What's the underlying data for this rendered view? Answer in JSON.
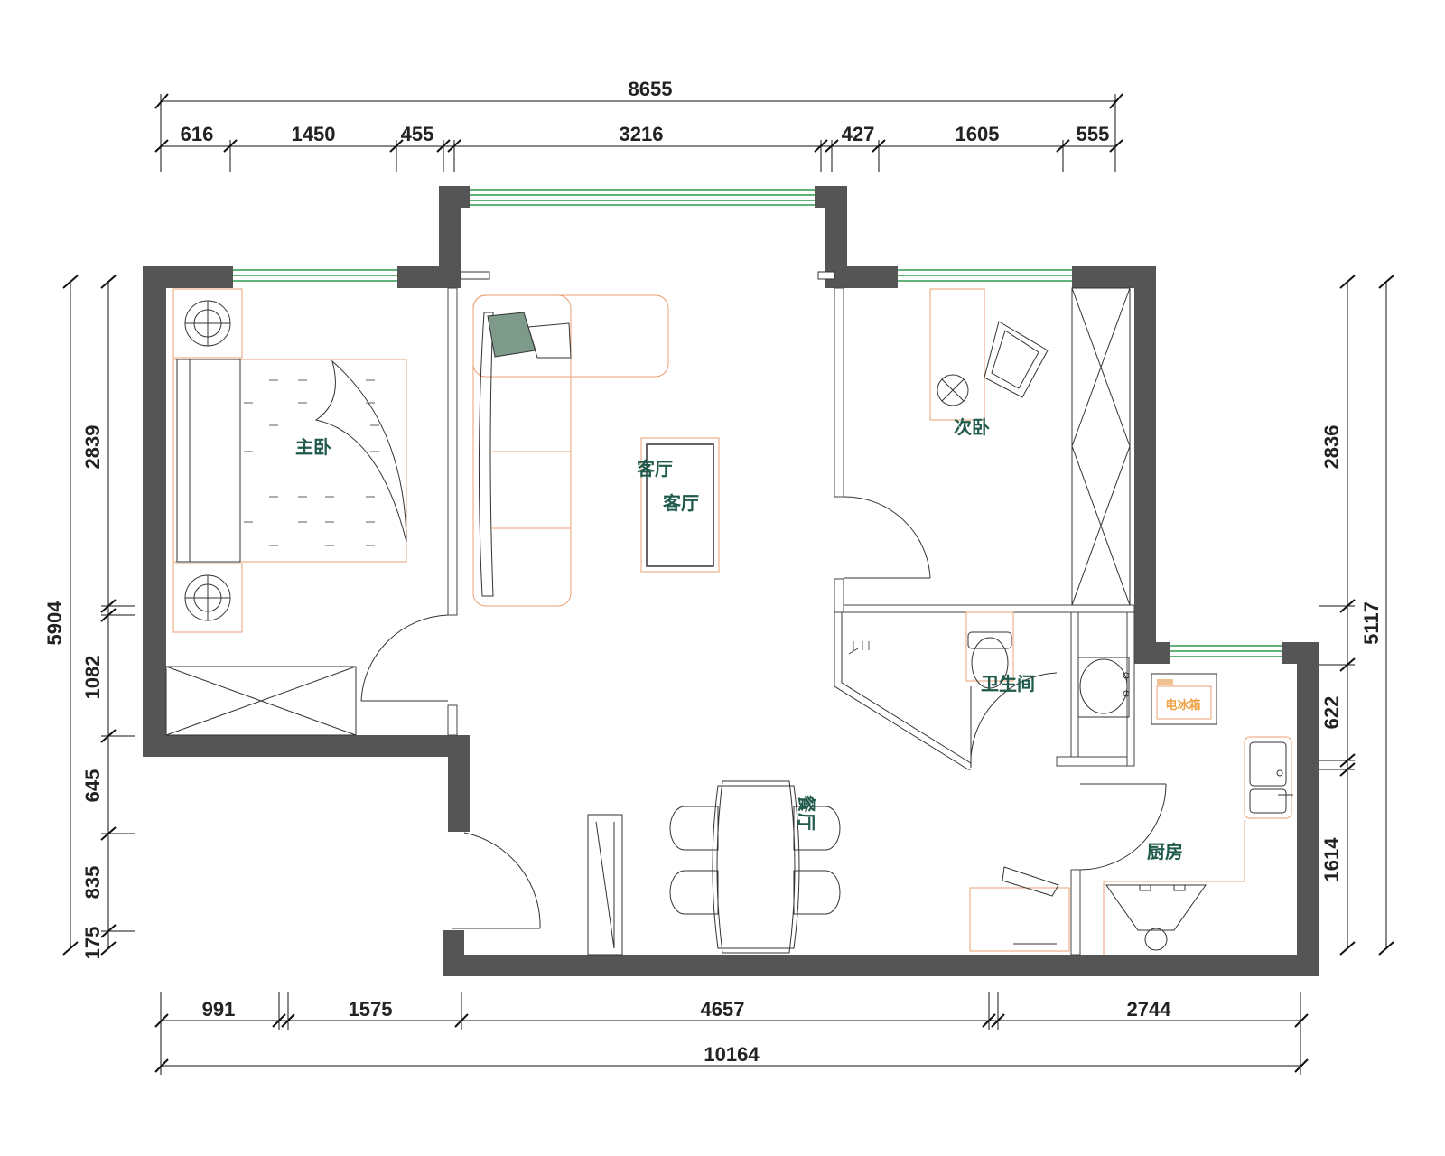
{
  "dimensions": {
    "top_total": "8655",
    "top_segments": [
      "616",
      "1450",
      "455",
      "3216",
      "427",
      "1605",
      "555"
    ],
    "bottom_total": "10164",
    "bottom_segments": [
      "991",
      "1575",
      "4657",
      "2744"
    ],
    "left_total": "5904",
    "left_segments": [
      "2839",
      "1082",
      "645",
      "835",
      "175"
    ],
    "right_total": "5117",
    "right_segments": [
      "2836",
      "622",
      "1614"
    ]
  },
  "rooms": {
    "master_bedroom": "主卧",
    "living_room_a": "客厅",
    "living_room_b": "客厅",
    "second_bedroom": "次卧",
    "bathroom": "卫生间",
    "dining_room": "餐厅",
    "kitchen": "厨房",
    "fridge": "电冰箱"
  },
  "colors": {
    "wall": "#555555",
    "window": "#2f9a4f",
    "furniture": "#e8a070",
    "room_label": "#1f5a4b"
  }
}
